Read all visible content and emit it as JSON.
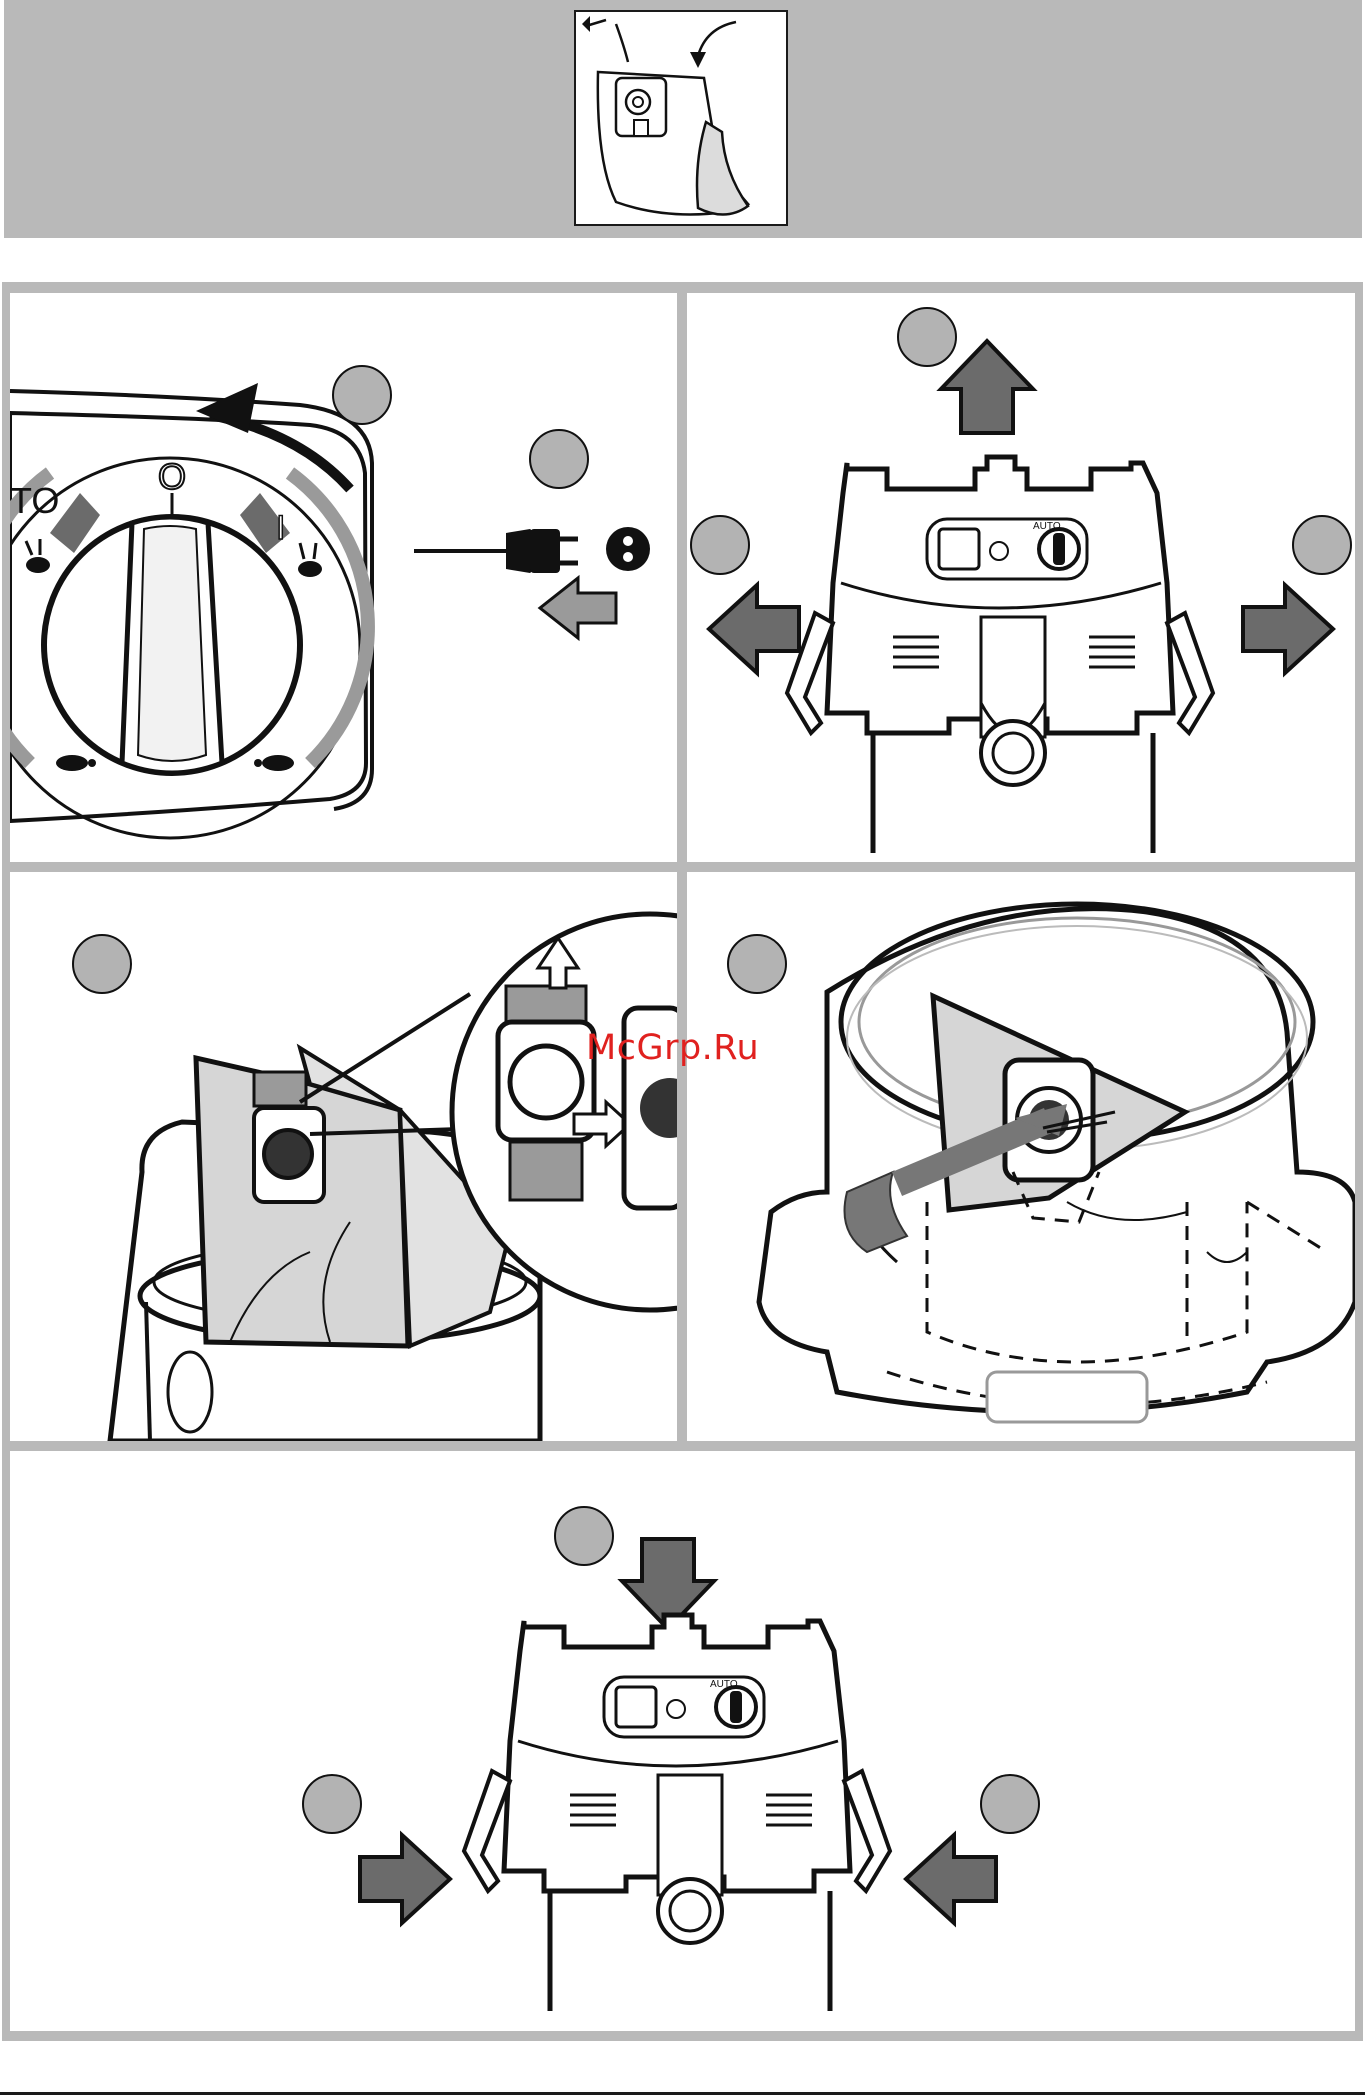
{
  "watermark": {
    "text": "McGrp.Ru",
    "color": "#e0211f"
  },
  "panel1": {
    "dial_label": "TO",
    "off_mark": "O",
    "on_mark": "I"
  },
  "panel2": {
    "knob_label": "AUTO"
  },
  "panel5": {
    "knob_label": "AUTO"
  },
  "colors": {
    "frame_gray": "#b9b9b9",
    "step_circle": "#b3b3b3",
    "arrow_fill": "#6b6b6b",
    "arrow_light": "#9a9a9a",
    "outline": "#111111",
    "bag_fill": "#d6d6d6"
  },
  "icons": [
    "step-circle",
    "arrow-up",
    "arrow-down",
    "arrow-left",
    "arrow-right",
    "plug-icon",
    "tortoise-icon",
    "hare-icon"
  ]
}
